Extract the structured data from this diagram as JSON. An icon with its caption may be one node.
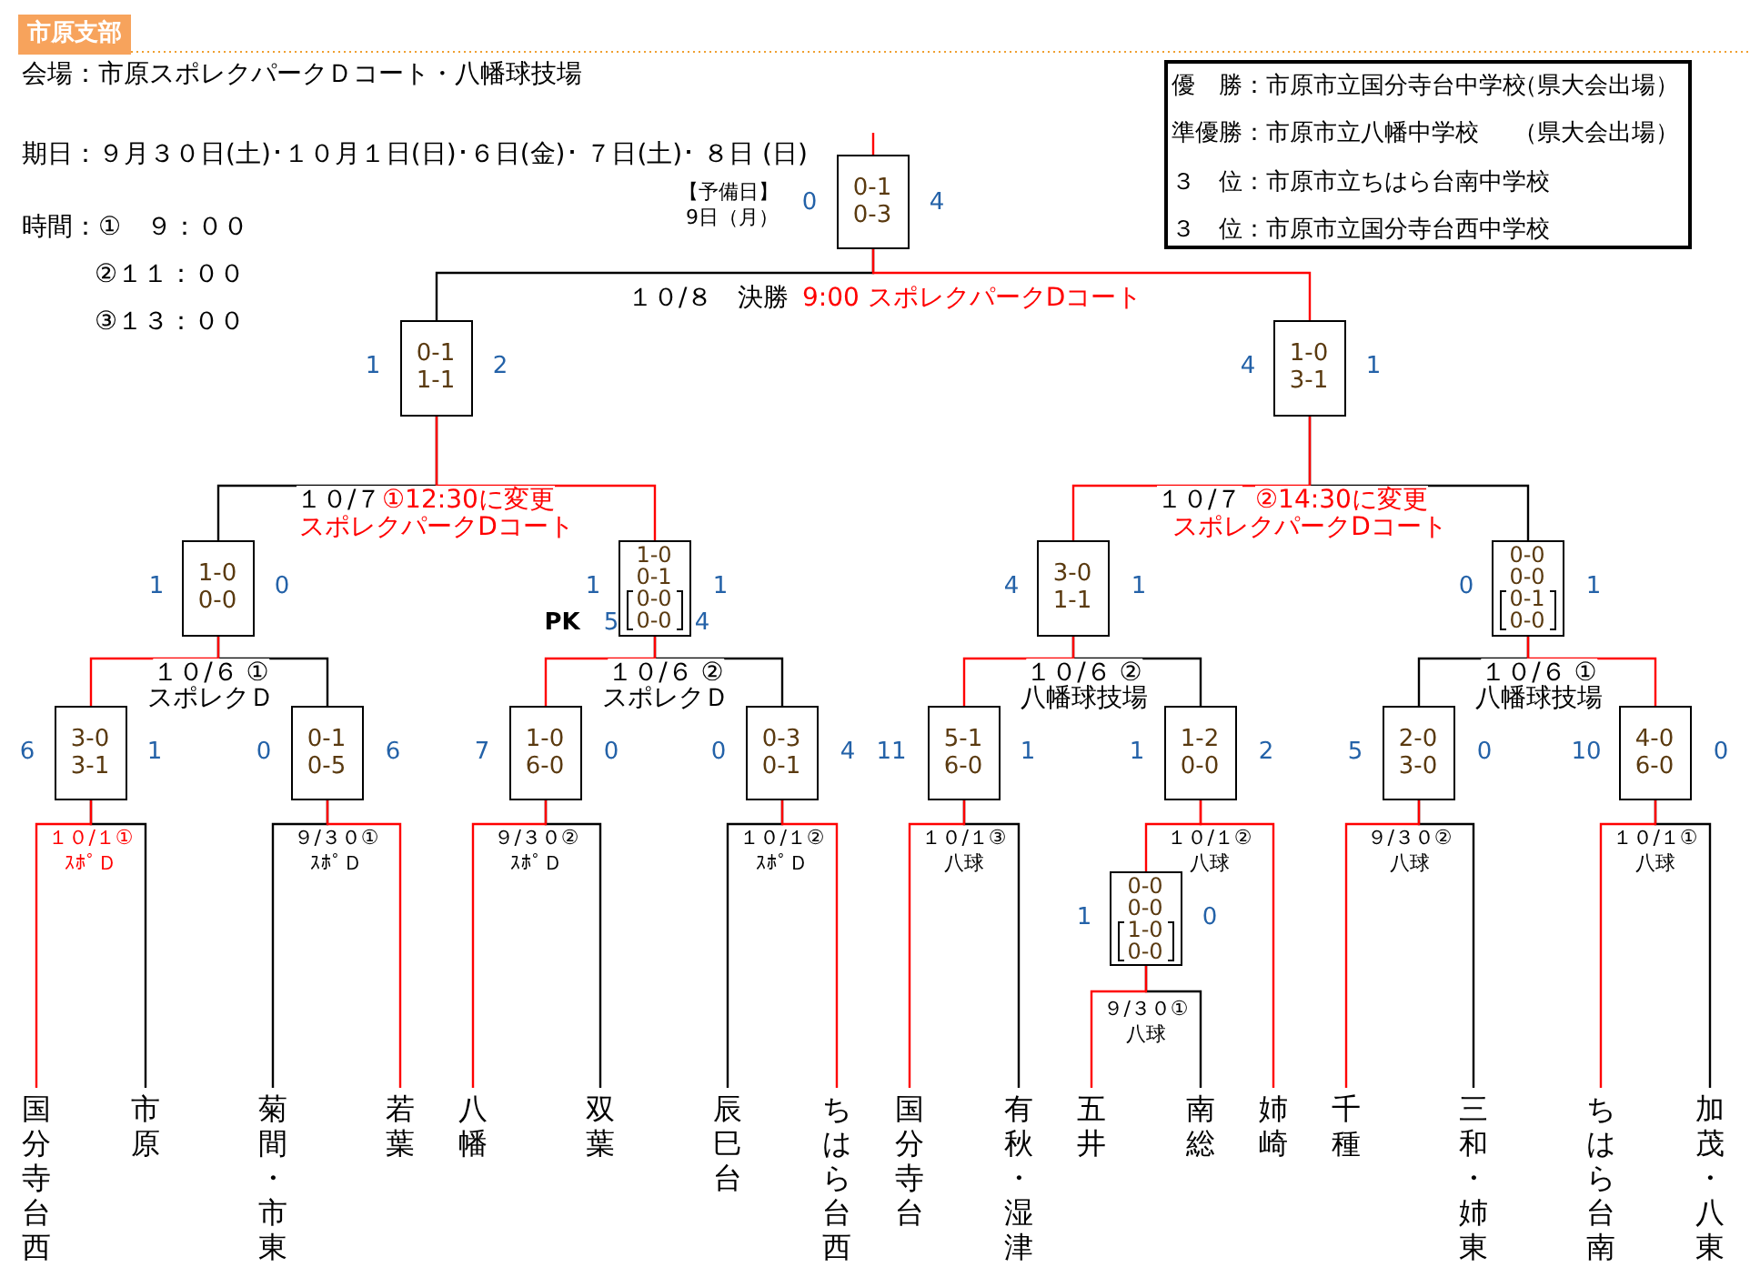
{
  "diagram": {
    "nodes": [
      {
        "text": [
          "市原支部"
        ]
      },
      {
        "text": [
          "優　勝：市原市立国分寺台中学校",
          "（県大会出場）",
          "準優勝：市原市立八幡中学校",
          "（県大会出場）",
          "３　位：市原市立ちはら台南中学校",
          "３　位：市原市立国分寺台西中学校"
        ]
      },
      {
        "text": [
          "0-1",
          "0-3"
        ],
        "beside": [
          "0",
          "4"
        ]
      },
      {
        "text": [
          "0-1",
          "1-1"
        ],
        "beside": [
          "1",
          "2"
        ]
      },
      {
        "text": [
          "1-0",
          "3-1"
        ],
        "beside": [
          "4",
          "1"
        ]
      },
      {
        "text": [
          "1-0",
          "0-0"
        ],
        "beside": [
          "1",
          "0"
        ]
      },
      {
        "text": [
          "1-0",
          "0-1",
          "0-0",
          "0-0"
        ],
        "beside": [
          "1",
          "1",
          "PK",
          "5",
          "4"
        ]
      },
      {
        "text": [
          "3-0",
          "1-1"
        ],
        "beside": [
          "4",
          "1"
        ]
      },
      {
        "text": [
          "0-0",
          "0-0",
          "0-1",
          "0-0"
        ],
        "beside": [
          "0",
          "1"
        ]
      },
      {
        "text": [
          "3-0",
          "3-1"
        ],
        "beside": [
          "6",
          "1"
        ]
      },
      {
        "text": [
          "0-1",
          "0-5"
        ],
        "beside": [
          "0",
          "6"
        ]
      },
      {
        "text": [
          "1-0",
          "6-0"
        ],
        "beside": [
          "7",
          "0"
        ]
      },
      {
        "text": [
          "0-3",
          "0-1"
        ],
        "beside": [
          "0",
          "4"
        ]
      },
      {
        "text": [
          "5-1",
          "6-0"
        ],
        "beside": [
          "11",
          "1"
        ]
      },
      {
        "text": [
          "1-2",
          "0-0"
        ],
        "beside": [
          "1",
          "2"
        ]
      },
      {
        "text": [
          "2-0",
          "3-0"
        ],
        "beside": [
          "5",
          "0"
        ]
      },
      {
        "text": [
          "4-0",
          "6-0"
        ],
        "beside": [
          "10",
          "0"
        ]
      },
      {
        "text": [
          "0-0",
          "0-0",
          "1-0",
          "0-0"
        ],
        "beside": [
          "1",
          "0"
        ]
      },
      {
        "text": [
          "国分寺台西"
        ]
      },
      {
        "text": [
          "市原"
        ]
      },
      {
        "text": [
          "菊間・市東"
        ]
      },
      {
        "text": [
          "若葉"
        ]
      },
      {
        "text": [
          "八幡"
        ]
      },
      {
        "text": [
          "双葉"
        ]
      },
      {
        "text": [
          "辰巳台"
        ]
      },
      {
        "text": [
          "ちはら台西"
        ]
      },
      {
        "text": [
          "国分寺台"
        ]
      },
      {
        "text": [
          "有秋・湿津"
        ]
      },
      {
        "text": [
          "五井"
        ]
      },
      {
        "text": [
          "南総"
        ]
      },
      {
        "text": [
          "姉崎"
        ]
      },
      {
        "text": [
          "千種"
        ]
      },
      {
        "text": [
          "三和・姉東"
        ]
      },
      {
        "text": [
          "ちはら台南"
        ]
      },
      {
        "text": [
          "加茂・八東"
        ]
      }
    ],
    "edges": [
      {
        "from": 2,
        "to": null,
        "arrow": "none"
      },
      {
        "from": 3,
        "to": 2,
        "arrow": "none",
        "color": "#000000"
      },
      {
        "from": 4,
        "to": 2,
        "arrow": "none"
      },
      {
        "from": 5,
        "to": 3,
        "arrow": "none",
        "color": "#000000"
      },
      {
        "from": 6,
        "to": 3,
        "arrow": "none"
      },
      {
        "from": 7,
        "to": 4,
        "arrow": "none"
      },
      {
        "from": 8,
        "to": 4,
        "arrow": "none",
        "color": "#000000"
      },
      {
        "from": 9,
        "to": 5,
        "arrow": "none"
      },
      {
        "from": 10,
        "to": 5,
        "arrow": "none",
        "color": "#000000"
      },
      {
        "from": 11,
        "to": 6,
        "arrow": "none"
      },
      {
        "from": 12,
        "to": 6,
        "arrow": "none",
        "color": "#000000"
      },
      {
        "from": 13,
        "to": 7,
        "arrow": "none"
      },
      {
        "from": 14,
        "to": 7,
        "arrow": "none",
        "color": "#000000"
      },
      {
        "from": 15,
        "to": 8,
        "arrow": "none",
        "color": "#000000"
      },
      {
        "from": 16,
        "to": 8,
        "arrow": "none"
      },
      {
        "from": 18,
        "to": 9,
        "arrow": "none"
      },
      {
        "from": 19,
        "to": 9,
        "arrow": "none",
        "color": "#000000"
      },
      {
        "from": 20,
        "to": 10,
        "arrow": "none",
        "color": "#000000"
      },
      {
        "from": 21,
        "to": 10,
        "arrow": "none"
      },
      {
        "from": 22,
        "to": 11,
        "arrow": "none"
      },
      {
        "from": 23,
        "to": 11,
        "arrow": "none",
        "color": "#000000"
      },
      {
        "from": 24,
        "to": 12,
        "arrow": "none",
        "color": "#000000"
      },
      {
        "from": 25,
        "to": 12,
        "arrow": "none"
      },
      {
        "from": 26,
        "to": 13,
        "arrow": "none"
      },
      {
        "from": 27,
        "to": 13,
        "arrow": "none",
        "color": "#000000"
      },
      {
        "from": 17,
        "to": 14,
        "arrow": "none"
      },
      {
        "from": 30,
        "to": 14,
        "arrow": "none"
      },
      {
        "from": 28,
        "to": 17,
        "arrow": "none"
      },
      {
        "from": 29,
        "to": 17,
        "arrow": "none",
        "color": "#000000"
      },
      {
        "from": 31,
        "to": 15,
        "arrow": "none"
      },
      {
        "from": 32,
        "to": 15,
        "arrow": "none",
        "color": "#000000"
      },
      {
        "from": 33,
        "to": 16,
        "arrow": "none"
      },
      {
        "from": 34,
        "to": 16,
        "arrow": "none",
        "color": "#000000"
      }
    ],
    "labels": [
      "会場：市原スポレクパークＤコート・八幡球技場",
      "期日：９月３０日(土)･１０月１日(日)･６日(金)･ ７日(土)･ ８日 (日)",
      "時間：①　９：００",
      "②１１：００",
      "③１３：００",
      "【予備日】",
      "9日（月）",
      "１０/８　決勝",
      "9:00 スポレクパークDコート",
      "１０/７",
      "①12:30に変更",
      "スポレクパークDコート",
      "１０/７",
      "②14:30に変更",
      "スポレクパークDコート",
      "１０/６ ①",
      "スポレクＤ",
      "１０/６ ②",
      "スポレクＤ",
      "１０/６ ②",
      "八幡球技場",
      "１０/６ ①",
      "八幡球技場",
      "１０/１①",
      "ｽﾎﾟＤ",
      "９/３０①",
      "ｽﾎﾟＤ",
      "９/３０②",
      "ｽﾎﾟＤ",
      "１０/１②",
      "ｽﾎﾟＤ",
      "１０/１③",
      "八球",
      "１０/１②",
      "八球",
      "９/３０②",
      "八球",
      "１０/１①",
      "八球",
      "９/３０①",
      "八球"
    ]
  }
}
